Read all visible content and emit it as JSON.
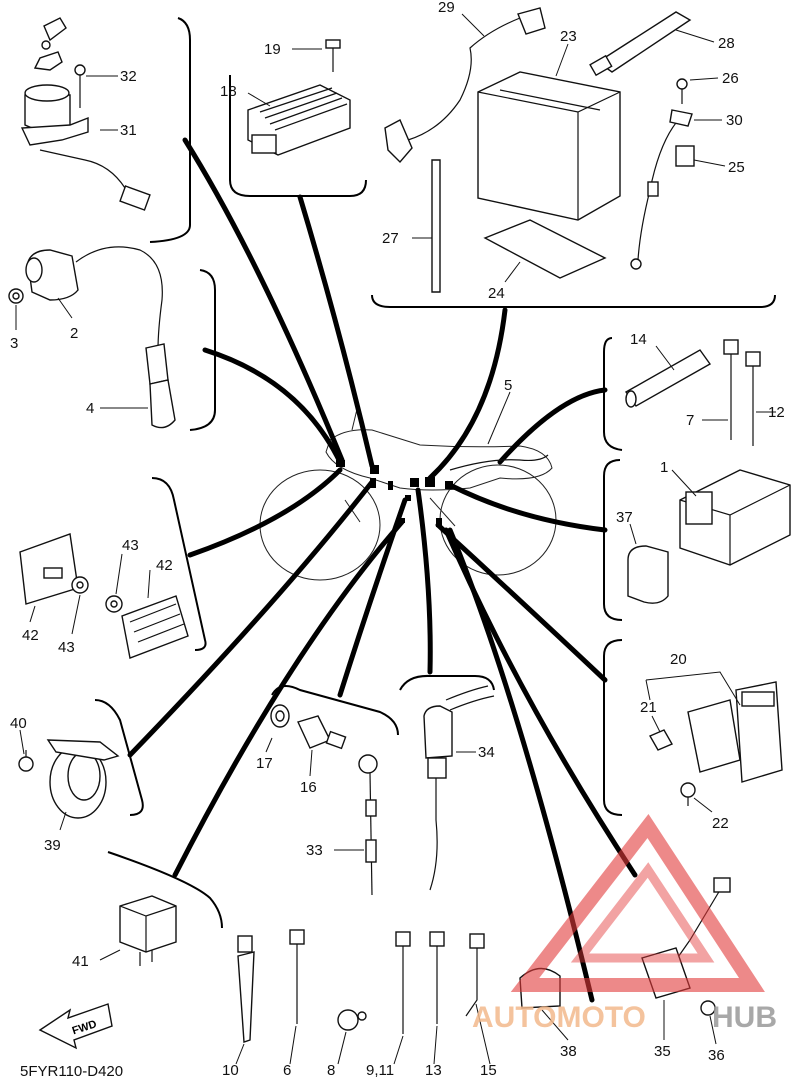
{
  "diagram_code": "5FYR110-D420",
  "fwd_label": "FWD",
  "watermark": {
    "part1": "AUTOMOTO",
    "part2": "HUB",
    "color1": "#f3b98c",
    "color2": "#9a9a9a",
    "triangle_color": "#e23b3b"
  },
  "callouts": {
    "c1": "1",
    "c2": "2",
    "c3": "3",
    "c4": "4",
    "c5": "5",
    "c6": "6",
    "c7": "7",
    "c8": "8",
    "c9_11": "9,11",
    "c10": "10",
    "c12": "12",
    "c13": "13",
    "c14": "14",
    "c15": "15",
    "c16": "16",
    "c17": "17",
    "c18": "18",
    "c19": "19",
    "c20": "20",
    "c21": "21",
    "c22": "22",
    "c23": "23",
    "c24": "24",
    "c25": "25",
    "c26": "26",
    "c27": "27",
    "c28": "28",
    "c29": "29",
    "c30": "30",
    "c31": "31",
    "c32": "32",
    "c33": "33",
    "c34": "34",
    "c35": "35",
    "c36": "36",
    "c37": "37",
    "c38": "38",
    "c39": "39",
    "c40": "40",
    "c41": "41",
    "c42a": "42",
    "c42b": "42",
    "c43a": "43",
    "c43b": "43"
  }
}
